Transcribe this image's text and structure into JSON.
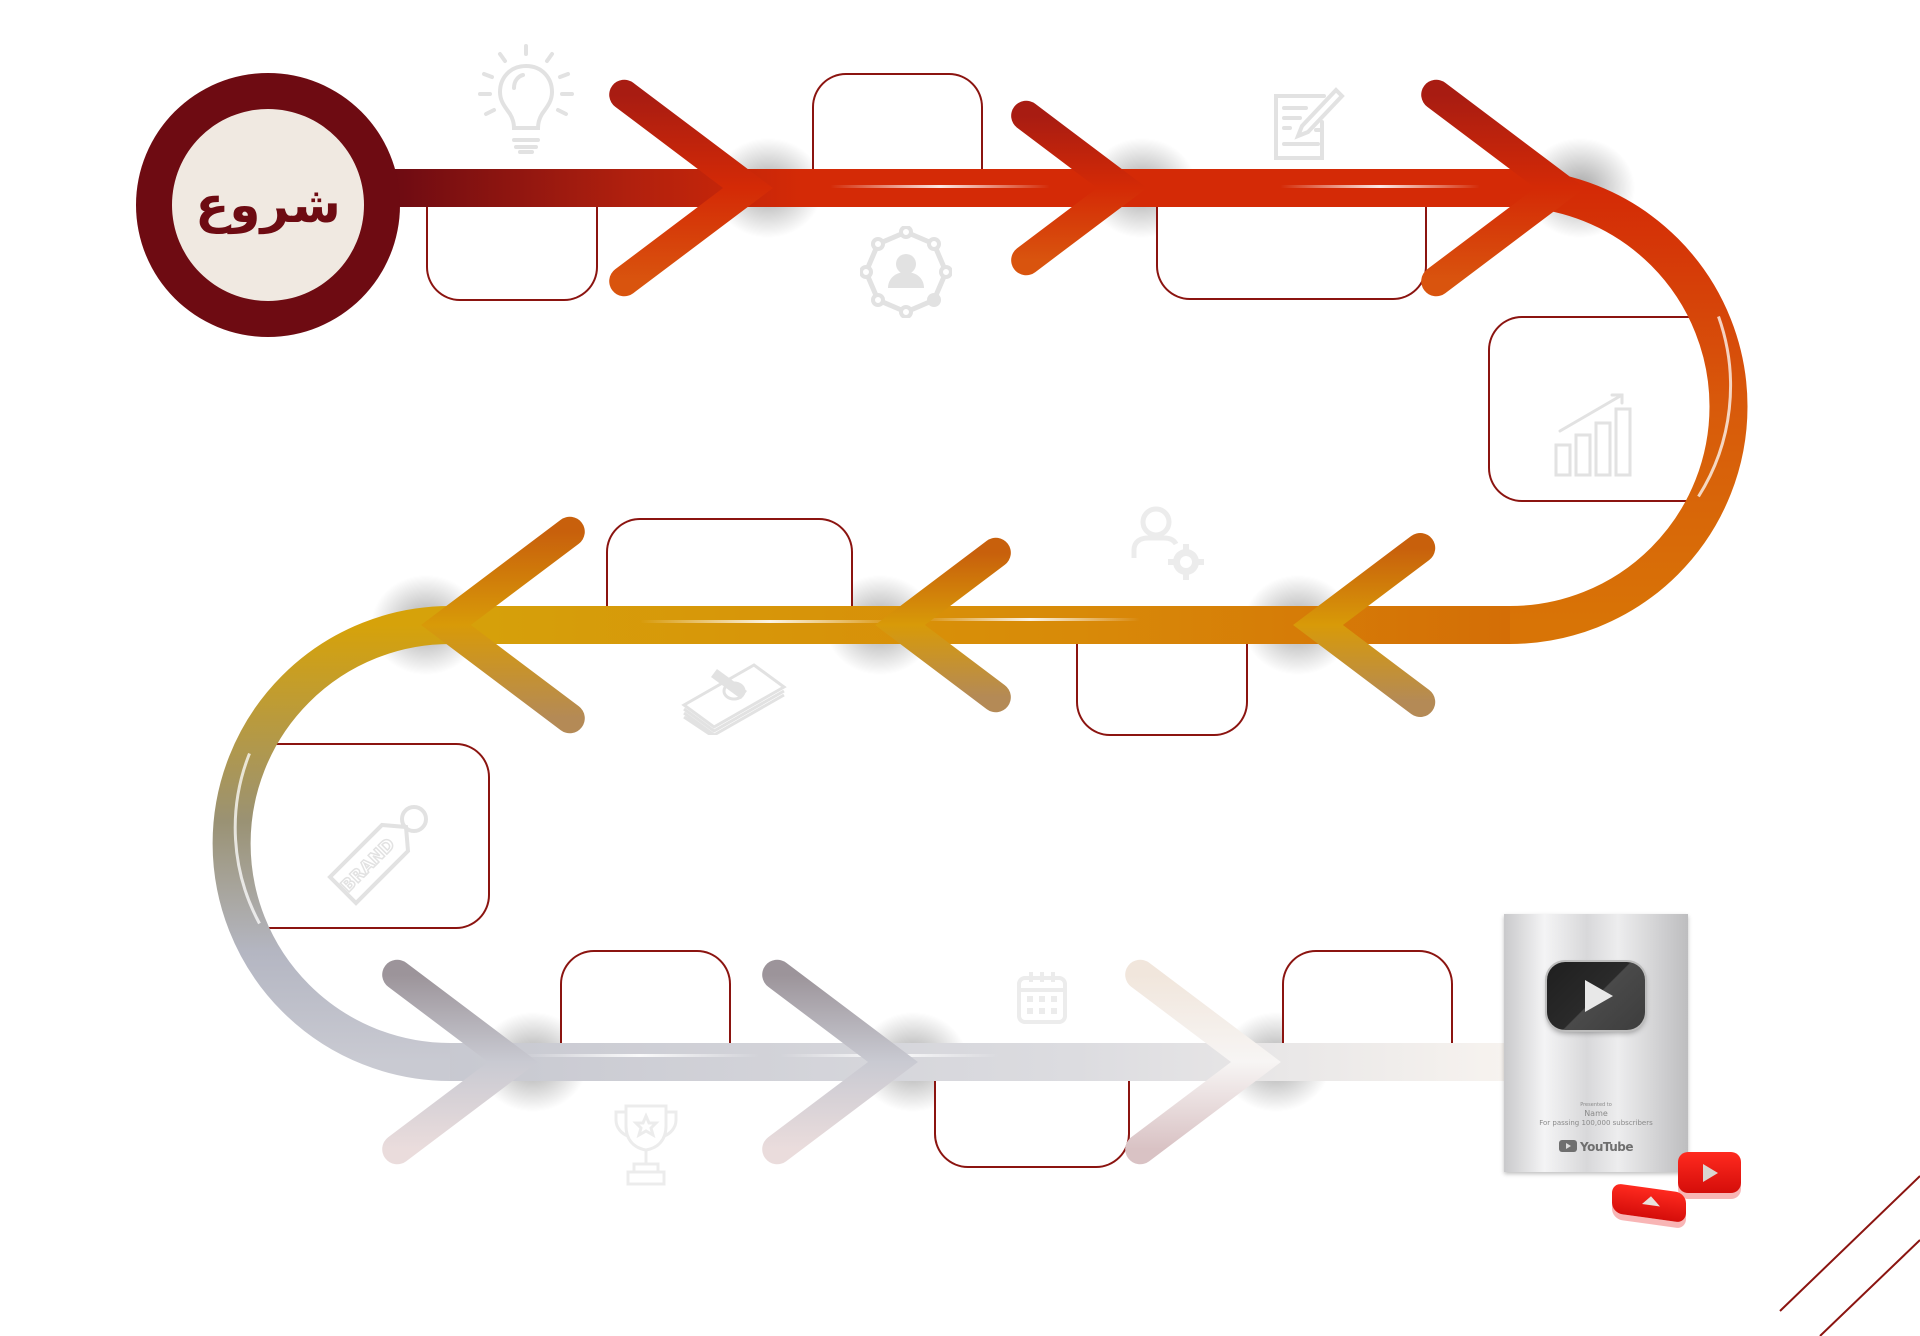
{
  "diagram": {
    "type": "roadmap-infographic",
    "start_label": "شروع",
    "direction_rows": [
      "right",
      "left",
      "right"
    ],
    "colors": {
      "accent_dark": "#6e0b12",
      "track_red": "#d42a06",
      "track_orange": "#d87406",
      "track_gold": "#d6a20a",
      "track_silver": "#c9cad2",
      "box_border": "#8b1410",
      "start_fill": "#f0e9e1",
      "icon_gray": "#e2e2e2",
      "corner_lines": "#8b1410"
    },
    "steps": [
      {
        "icon": "lightbulb-icon",
        "label": ""
      },
      {
        "icon": "user-network-icon",
        "label": ""
      },
      {
        "icon": "document-pencil-icon",
        "label": ""
      },
      {
        "icon": "growth-chart-icon",
        "label": ""
      },
      {
        "icon": "user-settings-icon",
        "label": ""
      },
      {
        "icon": "money-stack-icon",
        "label": ""
      },
      {
        "icon": "brand-tag-icon",
        "label": ""
      },
      {
        "icon": "trophy-icon",
        "label": ""
      },
      {
        "icon": "calendar-icon",
        "label": ""
      }
    ],
    "boxes_text": [
      "",
      "",
      "",
      "",
      "",
      "",
      "",
      "",
      "",
      ""
    ],
    "brand_tag_text": "BRAND",
    "plaque": {
      "presented": "Presented to",
      "name": "Name",
      "subtitle": "For passing 100,000 subscribers",
      "brand": "YouTube"
    }
  }
}
